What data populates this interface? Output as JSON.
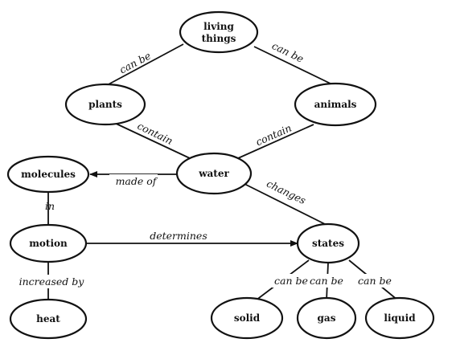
{
  "nodes": {
    "living_things": [
      "living",
      "things"
    ],
    "plants": "plants",
    "animals": "animals",
    "water": "water",
    "molecules": "molecules",
    "motion": "motion",
    "states": "states",
    "heat": "heat",
    "solid": "solid",
    "gas": "gas",
    "liquid": "liquid"
  },
  "links": {
    "living_plants": "can be",
    "living_animals": "can be",
    "plants_water": "contain",
    "animals_water": "contain",
    "water_molecules": "made of",
    "water_states": "changes",
    "molecules_motion": "in",
    "motion_states": "determines",
    "motion_heat": "increased by",
    "states_solid": "can be",
    "states_gas": "can be",
    "states_liquid": "can be"
  },
  "colors": {
    "ink": "#111111",
    "background": "#ffffff"
  }
}
